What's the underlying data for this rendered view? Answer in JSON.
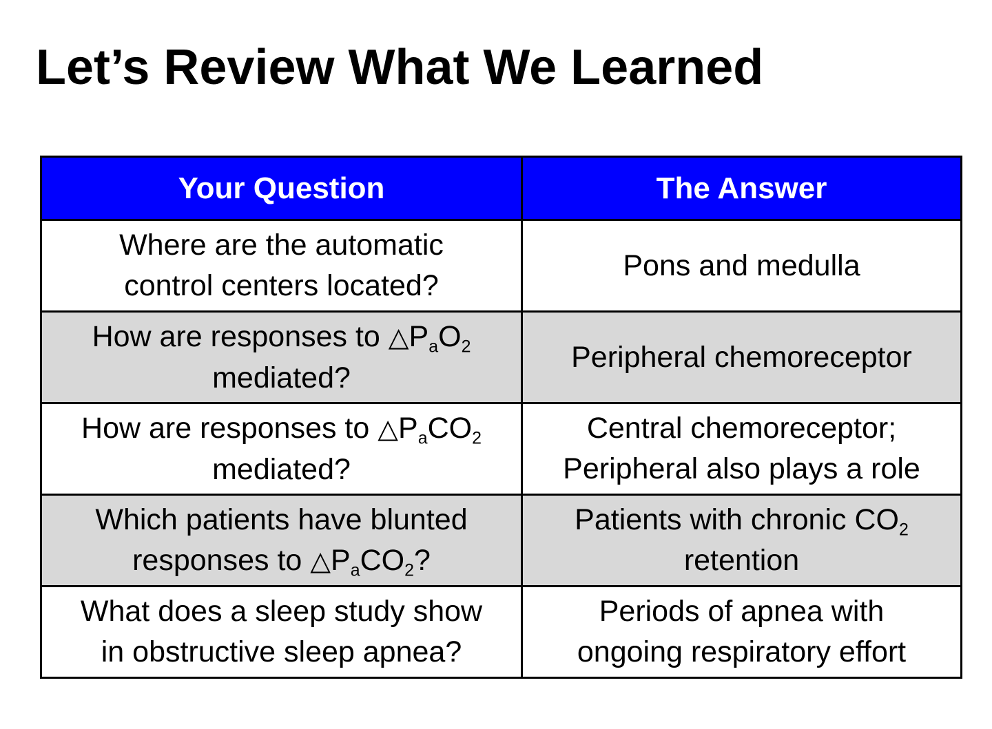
{
  "title": "Let’s Review What We Learned",
  "table": {
    "headers": [
      "Your Question",
      "The Answer"
    ],
    "rows": [
      {
        "question_parts": [
          {
            "t": "Where are the automatic"
          },
          {
            "br": true
          },
          {
            "t": "control centers located?"
          }
        ],
        "answer_parts": [
          {
            "t": "Pons and medulla"
          }
        ],
        "shaded": false
      },
      {
        "question_parts": [
          {
            "t": "How are responses to "
          },
          {
            "t": "△",
            "delta": true
          },
          {
            "t": "P"
          },
          {
            "t": "a",
            "sub": true
          },
          {
            "t": "O"
          },
          {
            "t": "2",
            "sub": true
          },
          {
            "br": true
          },
          {
            "t": "mediated?"
          }
        ],
        "answer_parts": [
          {
            "t": "Peripheral chemoreceptor"
          }
        ],
        "shaded": true
      },
      {
        "question_parts": [
          {
            "t": "How are responses to "
          },
          {
            "t": "△",
            "delta": true
          },
          {
            "t": "P"
          },
          {
            "t": "a",
            "sub": true
          },
          {
            "t": "CO"
          },
          {
            "t": "2",
            "sub": true
          },
          {
            "br": true
          },
          {
            "t": "mediated?"
          }
        ],
        "answer_parts": [
          {
            "t": "Central chemoreceptor;"
          },
          {
            "br": true
          },
          {
            "t": "Peripheral also plays a role"
          }
        ],
        "shaded": false
      },
      {
        "question_parts": [
          {
            "t": "Which patients have blunted"
          },
          {
            "br": true
          },
          {
            "t": "responses to "
          },
          {
            "t": "△",
            "delta": true
          },
          {
            "t": "P"
          },
          {
            "t": "a",
            "sub": true
          },
          {
            "t": "CO"
          },
          {
            "t": "2",
            "sub": true
          },
          {
            "t": "?"
          }
        ],
        "answer_parts": [
          {
            "t": "Patients with chronic CO"
          },
          {
            "t": "2",
            "sub": true
          },
          {
            "br": true
          },
          {
            "t": "retention"
          }
        ],
        "shaded": true
      },
      {
        "question_parts": [
          {
            "t": "What does a sleep study show"
          },
          {
            "br": true
          },
          {
            "t": "in obstructive sleep apnea?"
          }
        ],
        "answer_parts": [
          {
            "t": "Periods of apnea with"
          },
          {
            "br": true
          },
          {
            "t": "ongoing respiratory effort"
          }
        ],
        "shaded": false
      }
    ]
  },
  "colors": {
    "header_background": "#0000ff",
    "header_text": "#ffffff",
    "shaded_row": "#d8d8d8",
    "border": "#000000"
  }
}
